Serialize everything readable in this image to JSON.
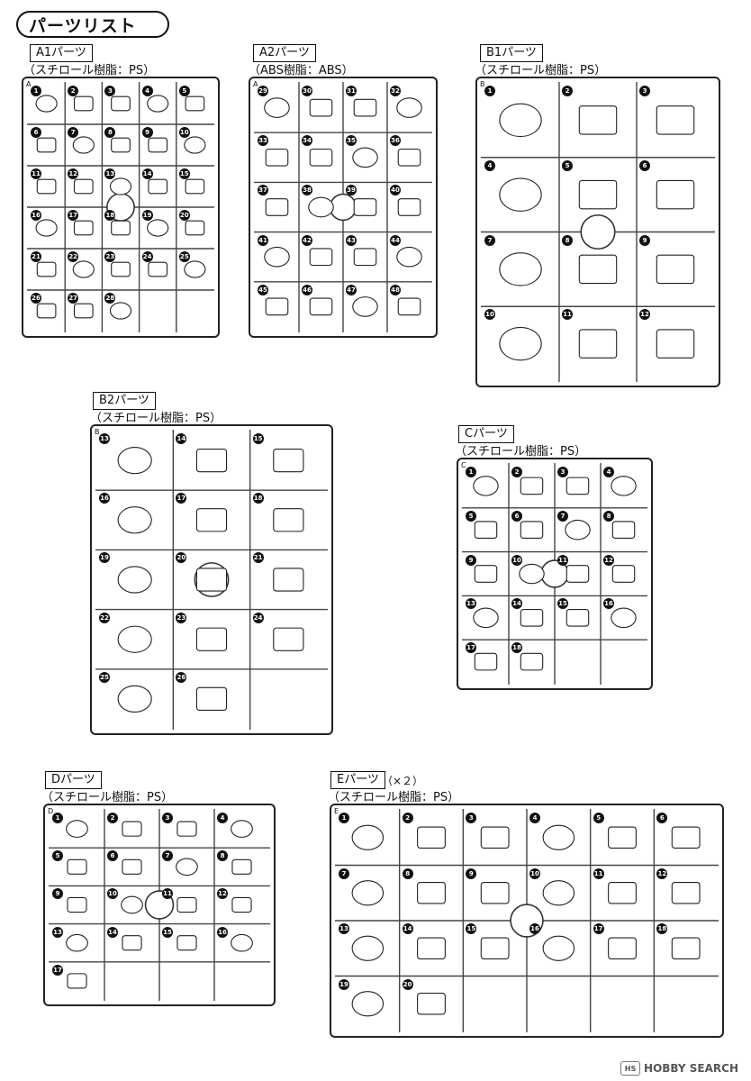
{
  "page_title": "パーツリスト",
  "sections": [
    {
      "id": "A1",
      "label": "A1パーツ",
      "multiplier": "",
      "material": "（スチロール樹脂：PS）",
      "frame_code": "A",
      "parts": [
        "1",
        "2",
        "3",
        "4",
        "5",
        "6",
        "7",
        "8",
        "9",
        "10",
        "11",
        "12",
        "13",
        "14",
        "15",
        "16",
        "17",
        "18",
        "19",
        "20",
        "21",
        "22",
        "23",
        "24",
        "25",
        "26",
        "27",
        "28"
      ]
    },
    {
      "id": "A2",
      "label": "A2パーツ",
      "multiplier": "",
      "material": "（ABS樹脂：ABS）",
      "frame_code": "A",
      "parts": [
        "29",
        "30",
        "31",
        "32",
        "33",
        "34",
        "35",
        "36",
        "37",
        "38",
        "39",
        "40",
        "41",
        "42",
        "43",
        "44",
        "45",
        "46",
        "47",
        "48"
      ]
    },
    {
      "id": "B1",
      "label": "B1パーツ",
      "multiplier": "",
      "material": "（スチロール樹脂：PS）",
      "frame_code": "B",
      "parts": [
        "1",
        "2",
        "3",
        "4",
        "5",
        "6",
        "7",
        "8",
        "9",
        "10",
        "11",
        "12"
      ]
    },
    {
      "id": "B2",
      "label": "B2パーツ",
      "multiplier": "",
      "material": "（スチロール樹脂：PS）",
      "frame_code": "B",
      "parts": [
        "13",
        "14",
        "15",
        "16",
        "17",
        "18",
        "19",
        "20",
        "21",
        "22",
        "23",
        "24",
        "25",
        "26"
      ]
    },
    {
      "id": "C",
      "label": "Cパーツ",
      "multiplier": "",
      "material": "（スチロール樹脂：PS）",
      "frame_code": "C",
      "parts": [
        "1",
        "2",
        "3",
        "4",
        "5",
        "6",
        "7",
        "8",
        "9",
        "10",
        "11",
        "12",
        "13",
        "14",
        "15",
        "16",
        "17",
        "18"
      ]
    },
    {
      "id": "D",
      "label": "Dパーツ",
      "multiplier": "",
      "material": "（スチロール樹脂：PS）",
      "frame_code": "D",
      "parts": [
        "1",
        "2",
        "3",
        "4",
        "5",
        "6",
        "7",
        "8",
        "9",
        "10",
        "11",
        "12",
        "13",
        "14",
        "15",
        "16",
        "17"
      ]
    },
    {
      "id": "E",
      "label": "Eパーツ",
      "multiplier": "（×２）",
      "material": "（スチロール樹脂：PS）",
      "frame_code": "E",
      "parts": [
        "1",
        "2",
        "3",
        "4",
        "5",
        "6",
        "7",
        "8",
        "9",
        "10",
        "11",
        "12",
        "13",
        "14",
        "15",
        "16",
        "17",
        "18",
        "19",
        "20"
      ]
    }
  ],
  "watermark": {
    "brand": "HOBBY SEARCH",
    "logo_text": "HS"
  }
}
